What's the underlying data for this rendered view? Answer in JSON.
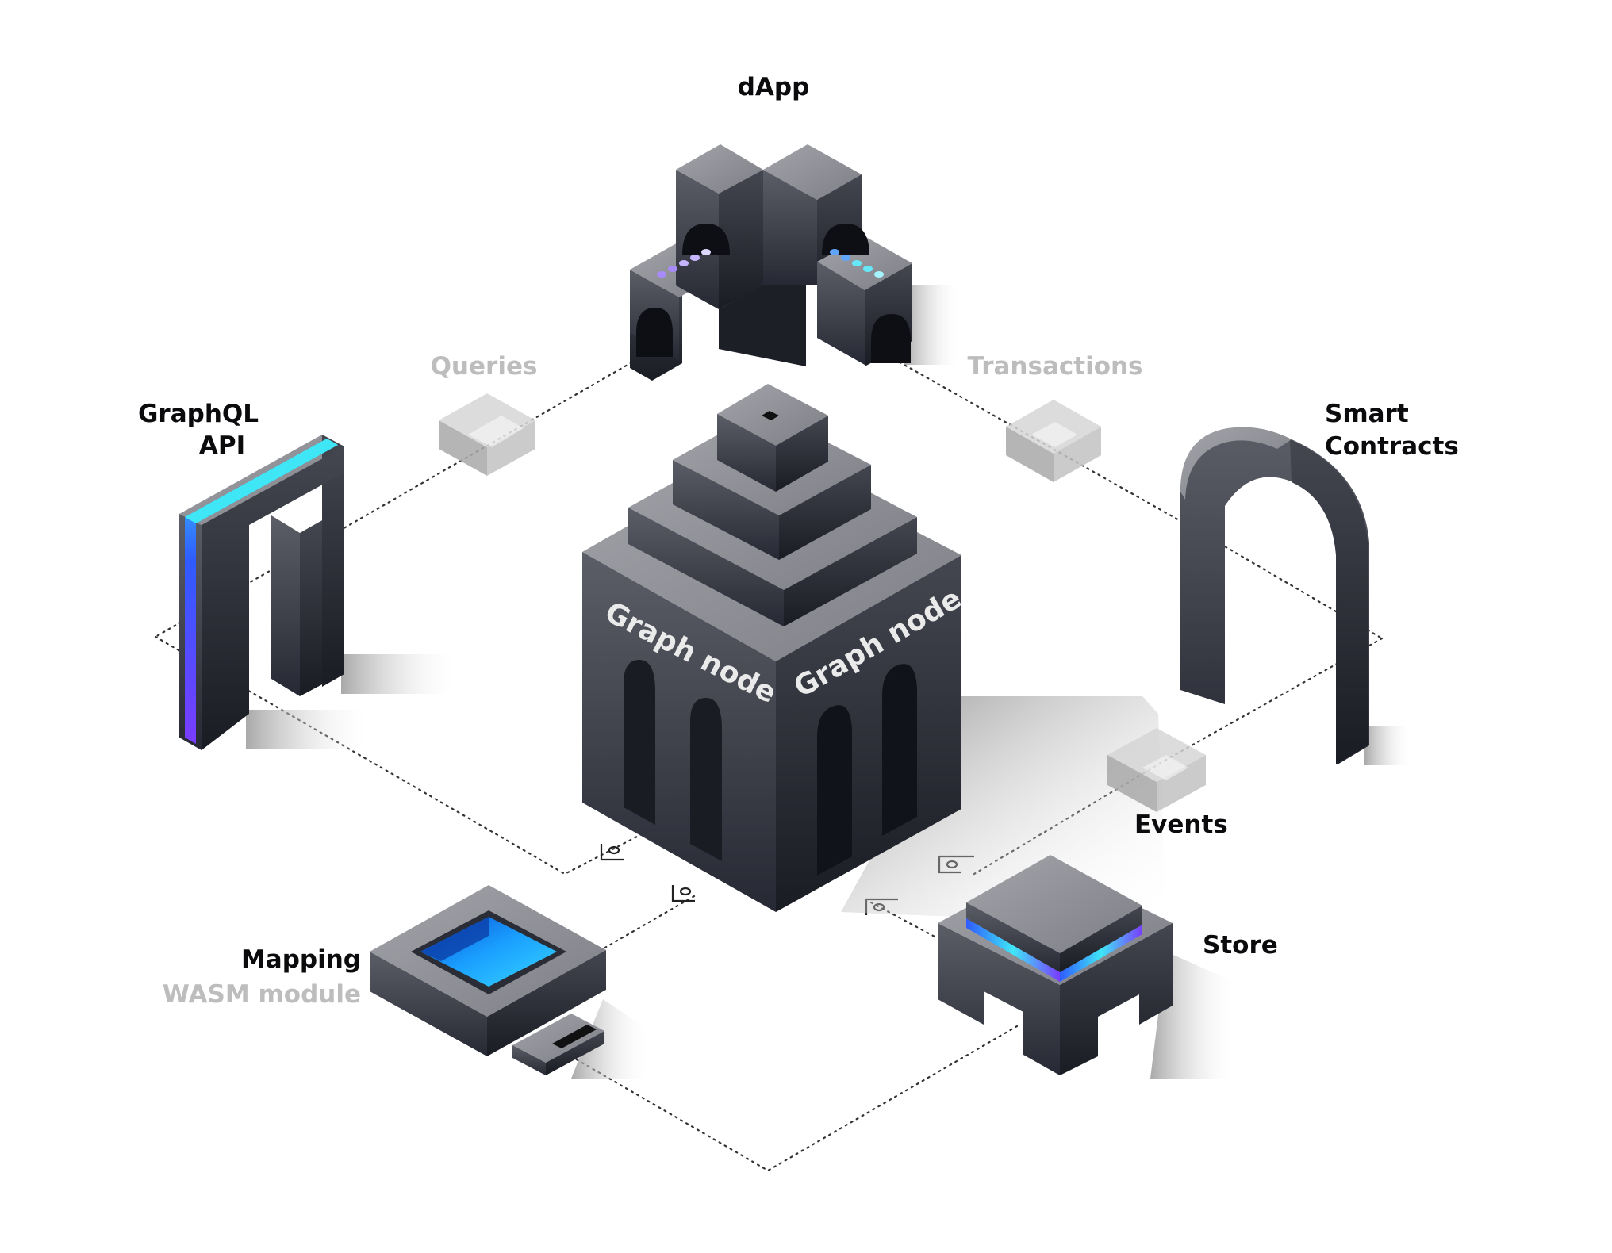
{
  "labels": {
    "dapp": "dApp",
    "queries": "Queries",
    "transactions": "Transactions",
    "graphql_line1": "GraphQL",
    "graphql_line2": "API",
    "smart_line1": "Smart",
    "smart_line2": "Contracts",
    "events": "Events",
    "store": "Store",
    "mapping": "Mapping",
    "wasm": "WASM module",
    "graph_node_left": "Graph node",
    "graph_node_right": "Graph node"
  },
  "colors": {
    "label_dark": "#0b0b0d",
    "label_muted": "#bdbdbd",
    "block_top": "#8d8e95",
    "block_left": "#383a44",
    "block_right": "#22242d",
    "accent_cyan": "#3fe6f6",
    "accent_blue": "#2f5bff",
    "accent_purple": "#7a3cff",
    "pool_blue": "#1a8cff"
  }
}
